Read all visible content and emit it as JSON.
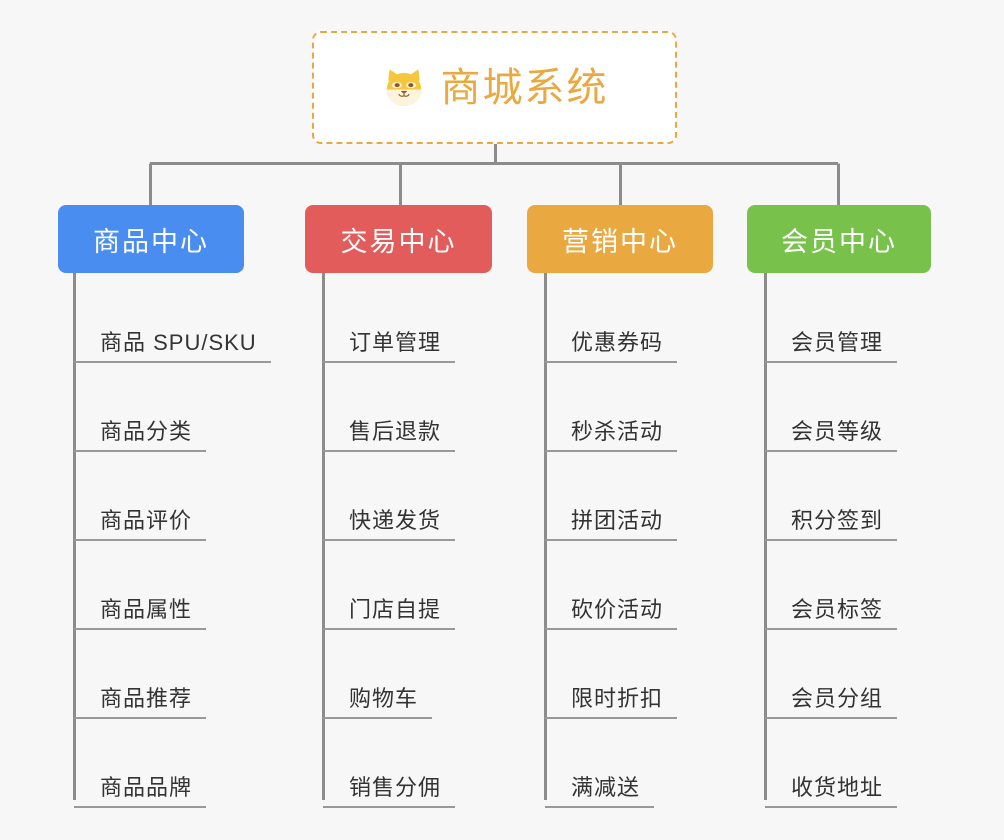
{
  "page": {
    "background_color": "#f7f7f7",
    "title": "商城系统",
    "type": "org-chart-mindmap"
  },
  "root": {
    "label": "商城系统",
    "icon": "shiba-dog-icon",
    "border_color": "#eaa940",
    "text_color": "#eaa940",
    "fill_color": "#ffffff"
  },
  "connector": {
    "color": "#8c8c8c",
    "leaf_line_color": "#999999"
  },
  "columns": [
    {
      "label": "商品中心",
      "color": "#4a8df0",
      "items": [
        {
          "label": "商品 SPU/SKU"
        },
        {
          "label": "商品分类"
        },
        {
          "label": "商品评价"
        },
        {
          "label": "商品属性"
        },
        {
          "label": "商品推荐"
        },
        {
          "label": "商品品牌"
        }
      ]
    },
    {
      "label": "交易中心",
      "color": "#e35c5c",
      "items": [
        {
          "label": "订单管理"
        },
        {
          "label": "售后退款"
        },
        {
          "label": "快递发货"
        },
        {
          "label": "门店自提"
        },
        {
          "label": "购物车"
        },
        {
          "label": "销售分佣"
        }
      ]
    },
    {
      "label": "营销中心",
      "color": "#eaa940",
      "items": [
        {
          "label": "优惠券码"
        },
        {
          "label": "秒杀活动"
        },
        {
          "label": "拼团活动"
        },
        {
          "label": "砍价活动"
        },
        {
          "label": "限时折扣"
        },
        {
          "label": "满减送"
        }
      ]
    },
    {
      "label": "会员中心",
      "color": "#78c14a",
      "items": [
        {
          "label": "会员管理"
        },
        {
          "label": "会员等级"
        },
        {
          "label": "积分签到"
        },
        {
          "label": "会员标签"
        },
        {
          "label": "会员分组"
        },
        {
          "label": "收货地址"
        }
      ]
    }
  ]
}
